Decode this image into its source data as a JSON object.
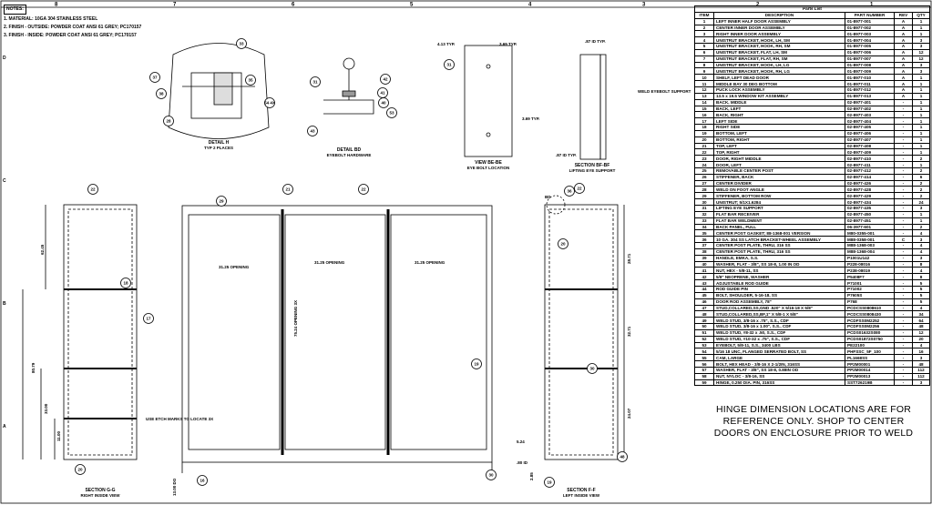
{
  "frame": {
    "columns": [
      "8",
      "7",
      "6",
      "5",
      "4",
      "3",
      "2",
      "1"
    ],
    "rows": [
      "D",
      "C",
      "B",
      "A"
    ]
  },
  "notes": {
    "header": "NOTES:",
    "items": [
      "1. MATERIAL: 10GA 304 STAINLESS STEEL",
      "2. FINISH - OUTSIDE: POWDER COAT ANSI 61 GREY; PC170157",
      "3. FINISH - INSIDE:   POWDER COAT ANSI 61 GREY; PC170157"
    ]
  },
  "views": {
    "detail_h": {
      "title": "DETAIL H",
      "sub": "TYP 2 PLACES"
    },
    "detail_bd": {
      "title": "DETAIL BD",
      "sub": "EYEBOLT HARDWARE"
    },
    "view_be": {
      "title": "VIEW BE-BE",
      "sub": "EYE BOLT LOCATION",
      "dims": [
        "4.13 TYP.",
        "3.69 TYP.",
        "3.69 TYP."
      ]
    },
    "section_bf": {
      "title": "SECTION BF-BF",
      "sub": "LIFTING EYE SUPPORT",
      "dims": [
        ".87 ID TYP.",
        ".87 ID TYP."
      ],
      "note": "WELD EYEBOLT SUPPORT"
    },
    "section_g": {
      "title": "SECTION G-G",
      "sub": "RIGHT INSIDE VIEW",
      "dims": [
        "80.79",
        "33.00",
        "11.00",
        "62.45"
      ]
    },
    "front": {
      "openings": [
        "31.25 OPENING",
        "31.25 OPENING",
        "31.25 OPENING"
      ],
      "vertical_opening": "75.24 OPENING 3X",
      "etch_note": "USE ETCH MARKS TO LOCATE 3X",
      "dim_bottom": "13.00 DO",
      "section_marks": [
        "BE",
        "BE",
        "BF",
        "BF",
        "F",
        "F",
        "G",
        "G",
        "H"
      ]
    },
    "section_f": {
      "title": "SECTION F-F",
      "sub": "LEFT INSIDE VIEW",
      "dims": [
        "28.71",
        "32.71",
        "24.07",
        "5.24",
        ".80 ID",
        "2.85"
      ],
      "mark": "BD"
    }
  },
  "balloons": [
    "37",
    "38",
    "28",
    "33",
    "35",
    "54 4X",
    "31",
    "43",
    "42",
    "41",
    "40",
    "53",
    "31",
    "22",
    "18",
    "17",
    "20",
    "29",
    "21",
    "22",
    "19",
    "30",
    "16",
    "36",
    "22",
    "20",
    "30",
    "19",
    "48"
  ],
  "parts_list": {
    "title": "Parts List",
    "headers": [
      "ITEM",
      "DESCRIPTION",
      "PART NUMBER",
      "REV",
      "QTY"
    ],
    "rows": [
      [
        "1",
        "LEFT INNER HALF DOOR ASSEMBLY",
        "01-8977-001",
        "A",
        "1"
      ],
      [
        "2",
        "CENTER INNER DOOR ASSEMBLY",
        "01-8977-002",
        "A",
        "1"
      ],
      [
        "3",
        "RIGHT INNER DOOR ASSEMBLY",
        "01-8977-003",
        "A",
        "1"
      ],
      [
        "4",
        "UNISTRUT BRACKET, HOOK, LH, SM",
        "01-8977-004",
        "A",
        "3"
      ],
      [
        "5",
        "UNISTRUT BRACKET, HOOK, RH, SM",
        "01-8977-005",
        "A",
        "3"
      ],
      [
        "6",
        "UNISTRUT BRACKET, FLAT, LH, SM",
        "01-8977-006",
        "A",
        "12"
      ],
      [
        "7",
        "UNISTRUT BRACKET, FLAT, RH, SM",
        "01-8977-007",
        "A",
        "12"
      ],
      [
        "8",
        "UNISTRUT BRACKET, HOOK, LH, LG",
        "01-8977-008",
        "A",
        "3"
      ],
      [
        "9",
        "UNISTRUT BRACKET, HOOK, RH, LG",
        "01-8977-009",
        "A",
        "3"
      ],
      [
        "10",
        "SHELF, LEFT DEAD DOOR",
        "01-8977-010",
        "A",
        "1"
      ],
      [
        "11",
        "MIDDLE BAY 30 DEG BOTTOM",
        "01-8977-011",
        "A",
        "1"
      ],
      [
        "12",
        "PUCK LOCK ASSEMBLY",
        "01-8977-012",
        "A",
        "1"
      ],
      [
        "13",
        "13.5 x 19.5 WINDOW KIT ASSEMBLY",
        "01-8977-013",
        "A",
        "1"
      ],
      [
        "14",
        "BACK, MIDDLE",
        "02-8977-401",
        "-",
        "1"
      ],
      [
        "15",
        "BACK, LEFT",
        "02-8977-402",
        "-",
        "1"
      ],
      [
        "16",
        "BACK, RIGHT",
        "02-8977-403",
        "-",
        "1"
      ],
      [
        "17",
        "LEFT SIDE",
        "02-8977-404",
        "-",
        "1"
      ],
      [
        "18",
        "RIGHT SIDE",
        "02-8977-405",
        "-",
        "1"
      ],
      [
        "19",
        "BOTTOM, LEFT",
        "02-8977-406",
        "-",
        "1"
      ],
      [
        "20",
        "BOTTOM, RIGHT",
        "02-8977-407",
        "-",
        "1"
      ],
      [
        "21",
        "TOP, LEFT",
        "02-8977-408",
        "-",
        "1"
      ],
      [
        "22",
        "TOP, RIGHT",
        "02-8977-409",
        "-",
        "1"
      ],
      [
        "23",
        "DOOR, RIGHT MIDDLE",
        "02-8977-410",
        "-",
        "2"
      ],
      [
        "24",
        "DOOR, LEFT",
        "02-8977-411",
        "-",
        "1"
      ],
      [
        "25",
        "REMOVABLE CENTER POST",
        "02-8977-412",
        "-",
        "2"
      ],
      [
        "26",
        "STIFFENER, BACK",
        "02-8977-414",
        "-",
        "6"
      ],
      [
        "27",
        "CENTER DIVIDER",
        "02-8977-426",
        "-",
        "2"
      ],
      [
        "28",
        "WELD ON FOOT ANGLE",
        "02-8977-428",
        "-",
        "2"
      ],
      [
        "29",
        "STIFFENER, BOTTOM ROW",
        "02-8977-429",
        "-",
        "2"
      ],
      [
        "30",
        "UNISTRUT; 5/1X1.6284",
        "02-8977-434",
        "-",
        "24"
      ],
      [
        "31",
        "LIFTING EYE SUPPORT",
        "02-8977-435",
        "-",
        "3"
      ],
      [
        "32",
        "FLAT BAR RECEIVER",
        "02-8977-450",
        "-",
        "1"
      ],
      [
        "33",
        "FLAT BAR WELDMENT",
        "02-8977-451",
        "-",
        "1"
      ],
      [
        "34",
        "BACK PANEL, FULL",
        "06-3977-601",
        "-",
        "2"
      ],
      [
        "35",
        "CENTER POST GASKET; 88-1368-001 VERSION",
        "M80-0355-001",
        "-",
        "4"
      ],
      [
        "36",
        "10 GA. 304 SS LATCH BRACKET-WHEEL ASSEMBLY",
        "M88-0358-001",
        "C",
        "3"
      ],
      [
        "37",
        "CENTER POST PLATE, THRU, 316 SS",
        "M88-1368-003",
        "-",
        "4"
      ],
      [
        "38",
        "CENTER POST PLATE, THRU, 316 SS",
        "M88-1368-004",
        "-",
        "4"
      ],
      [
        "39",
        "HANDLE, EMKA, S.S.",
        "P1001U142",
        "-",
        "3"
      ],
      [
        "40",
        "WASHER, FLAT - 3/8\", SS 18-8, 1.00 IN OD",
        "P228-08016",
        "-",
        "8"
      ],
      [
        "41",
        "NUT, HEX - 5/8-11, SS",
        "P238-08019",
        "-",
        "4"
      ],
      [
        "42",
        "5/8\" NEOPRENE, WASHER",
        "P5408F7",
        "-",
        "8"
      ],
      [
        "43",
        "ADJUSTABLE ROD GUIDE",
        "P71001",
        "-",
        "5"
      ],
      [
        "44",
        "ROD GUIDE PIN",
        "P71002",
        "-",
        "5"
      ],
      [
        "45",
        "BOLT, SHOULDER, 5-16-18, SS",
        "P7605S",
        "-",
        "5"
      ],
      [
        "46",
        "DOOR ROD ASSEMBLY, 78\"",
        "P768",
        "-",
        "5"
      ],
      [
        "47",
        "STUD,COLLARED,SS,GND .520\" X 5/16-18 X 5/8\"",
        "PCDCSS0808610",
        "-",
        "4"
      ],
      [
        "48",
        "STUD,COLLARED,SS,BF,1\" X 5/8-1 X 5/8\"",
        "PCDCSS0808430",
        "-",
        "34"
      ],
      [
        "49",
        "WELD STUD, 3/8-16 x .75\", S.S., CDF",
        "PCDFSS0M2252",
        "-",
        "64"
      ],
      [
        "50",
        "WELD STUD, 3/8-16 x 1.00\", S.S., CDF",
        "PCDFSS0M2256",
        "-",
        "48"
      ],
      [
        "51",
        "WELD STUD, #8-32 x .50, S.S., CDF",
        "PCDS01632S080",
        "-",
        "12"
      ],
      [
        "52",
        "WELD STUD, #10-32 x .75\", S.S., CDF",
        "PCDS01872S0750",
        "-",
        "20"
      ],
      [
        "53",
        "EYEBOLT, 5/8-11, S.S., 3400 LBS",
        "PE22100",
        "-",
        "4"
      ],
      [
        "54",
        "5/16 18 UNC, FLANGED SERRATED BOLT, SS",
        "PHFSSC_5F_100",
        "-",
        "16"
      ],
      [
        "55",
        "CAM, LARGE",
        "PL1668SS",
        "-",
        "3"
      ],
      [
        "56",
        "BOLT, HEX HEAD - 3/8-16 X 2-1/2IN, 316SS",
        "PP2M00001",
        "-",
        "48"
      ],
      [
        "57",
        "WASHER, FLAT - 3/8\", SS 18-8, 0.88IN OD",
        "PP2M00014",
        "-",
        "112"
      ],
      [
        "58",
        "NUT, NYLOC - 3/8-16, SS",
        "PP2M00013",
        "-",
        "112"
      ],
      [
        "59",
        "HINGE, 0.250 DIA. PIN, 316SS",
        "SST726219B",
        "-",
        "3"
      ]
    ]
  },
  "hinge_note": [
    "HINGE DIMENSION LOCATIONS ARE FOR",
    "REFERENCE ONLY.  SHOP TO CENTER",
    "DOORS ON ENCLOSURE PRIOR TO WELD"
  ]
}
